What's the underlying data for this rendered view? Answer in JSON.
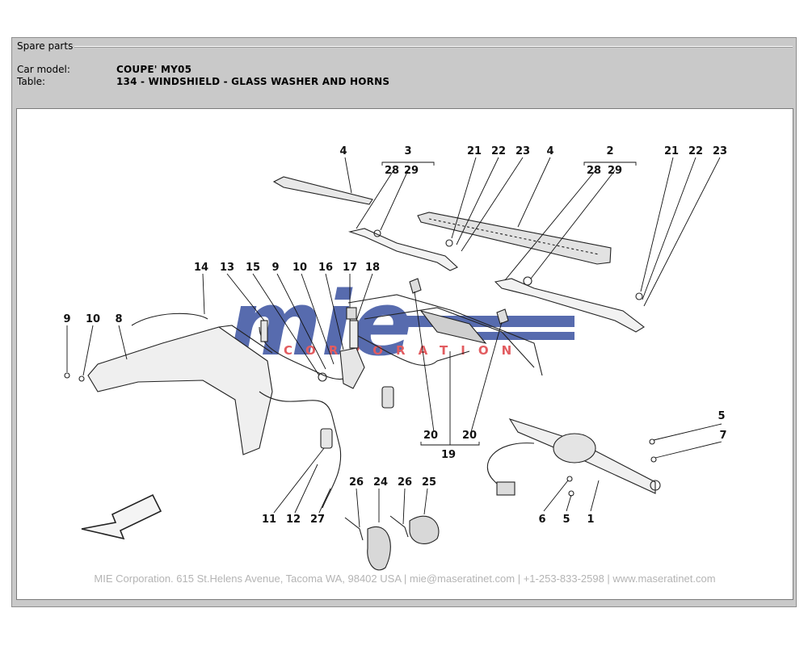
{
  "header": {
    "legend": "Spare parts",
    "car_model_label": "Car model:",
    "car_model_value": "COUPE' MY05",
    "table_label": "Table:",
    "table_value": "134 - WINDSHIELD - GLASS WASHER AND HORNS"
  },
  "watermark": {
    "logo_text": "mie",
    "sub_text": "CORPORATION",
    "color": "#1f3a93",
    "accent": "#d9262b"
  },
  "callouts": {
    "c1": "1",
    "c2": "2",
    "c3": "3",
    "c4a": "4",
    "c4b": "4",
    "c5a": "5",
    "c5b": "5",
    "c6": "6",
    "c7": "7",
    "c8": "8",
    "c9a": "9",
    "c9b": "9",
    "c10a": "10",
    "c10b": "10",
    "c11": "11",
    "c12": "12",
    "c13": "13",
    "c14": "14",
    "c15": "15",
    "c16": "16",
    "c17": "17",
    "c18": "18",
    "c19": "19",
    "c20a": "20",
    "c20b": "20",
    "c21a": "21",
    "c21b": "21",
    "c22a": "22",
    "c22b": "22",
    "c23a": "23",
    "c23b": "23",
    "c24": "24",
    "c25": "25",
    "c26a": "26",
    "c26b": "26",
    "c27": "27",
    "c28a": "28",
    "c28b": "28",
    "c29a": "29",
    "c29b": "29"
  },
  "footer": {
    "text": "MIE Corporation. 615 St.Helens Avenue, Tacoma WA, 98402 USA  |  mie@maseratinet.com  |    +1-253-833-2598   |  www.maseratinet.com"
  }
}
